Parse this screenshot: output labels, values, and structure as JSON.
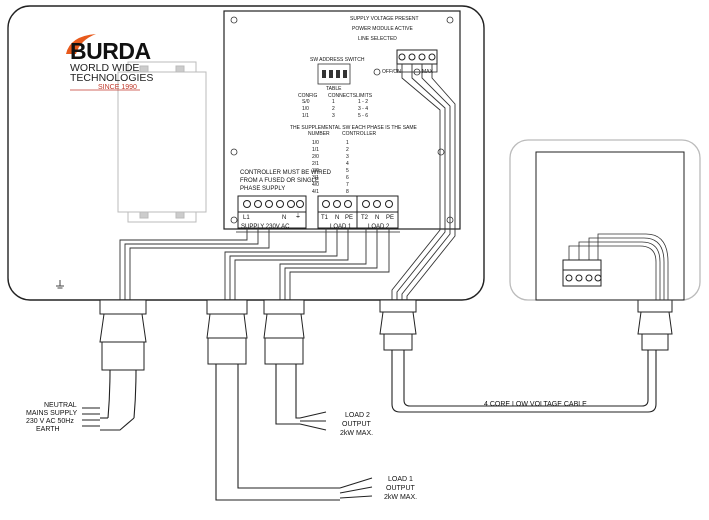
{
  "logo": {
    "name": "BURDA",
    "tagline1": "WORLD WIDE",
    "tagline2": "TECHNOLOGIES",
    "since": "SINCE 1990",
    "accent": "#e85a1c",
    "red": "#c0392b"
  },
  "board": {
    "header": [
      "SUPPLY VOLTAGE PRESENT",
      "POWER  MODULE  ACTIVE",
      "LINE SELECTED"
    ],
    "sw_addresses": "SW ADDRESS SWITCH",
    "led_left": "OFF/ON",
    "led_right": "MAX",
    "table_title": "TABLE",
    "table_rows": [
      [
        "CONFIG",
        "CONNECTS",
        "LIMITS"
      ],
      [
        "S/0",
        "1",
        "1 - 2"
      ],
      [
        "1/0",
        "2",
        "3 - 4"
      ],
      [
        "1/1",
        "3",
        "5 - 6"
      ]
    ],
    "note_title": "THE SUPPLEMENTAL SW EACH PHASE IS THE SAME",
    "note_cols": [
      "NUMBER",
      "CONTROLLER"
    ],
    "note_rows": [
      "1/0",
      "1/1",
      "2/0",
      "2/1",
      "3/0",
      "3/1",
      "4/0",
      "4/1"
    ],
    "note_vals": [
      "1",
      "2",
      "3",
      "4",
      "5",
      "6",
      "7",
      "8"
    ],
    "warning": [
      "CONTROLLER MUST BE WIRED",
      "FROM A FUSED OR SINGLE",
      "PHASE SUPPLY"
    ],
    "term_supply": [
      "L1",
      "N",
      "⏚"
    ],
    "term_load1": [
      "T1",
      "N",
      "PE"
    ],
    "term_load2": [
      "T2",
      "N",
      "PE"
    ],
    "supply_label": "SUPPLY  230V  AC",
    "load1_label": "LOAD 1",
    "load2_label": "LOAD 2"
  },
  "labels": {
    "mains": [
      "NEUTRAL",
      "MAINS  SUPPLY",
      "230 V AC 50Hz",
      "EARTH"
    ],
    "load2": [
      "LOAD 2",
      "OUTPUT",
      "2kW MAX."
    ],
    "load1": [
      "LOAD 1",
      "OUTPUT",
      "2kW MAX."
    ],
    "cable": "4 CORE LOW VOLTAGE CABLE"
  }
}
